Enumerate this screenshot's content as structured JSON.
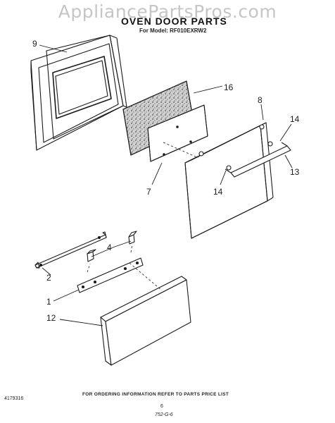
{
  "watermark": "AppliancePartsPros.com",
  "header": {
    "title": "OVEN DOOR PARTS",
    "model_line": "For Model: RF010EXRW2"
  },
  "callouts": {
    "inner_door": "9",
    "insulation": "16",
    "door_glass": "7",
    "outer_door": "8",
    "screw_upper": "14",
    "screw_lower": "14",
    "handle": "13",
    "hinge_clip": "4",
    "door_trim": "2",
    "hinge_plate": "1",
    "drawer_panel": "12"
  },
  "footer": {
    "ordering_note": "FOR ORDERING INFORMATION REFER TO PARTS PRICE LIST",
    "doc_number": "4179316",
    "page_number": "6",
    "sheet_code": "752-G-6"
  }
}
